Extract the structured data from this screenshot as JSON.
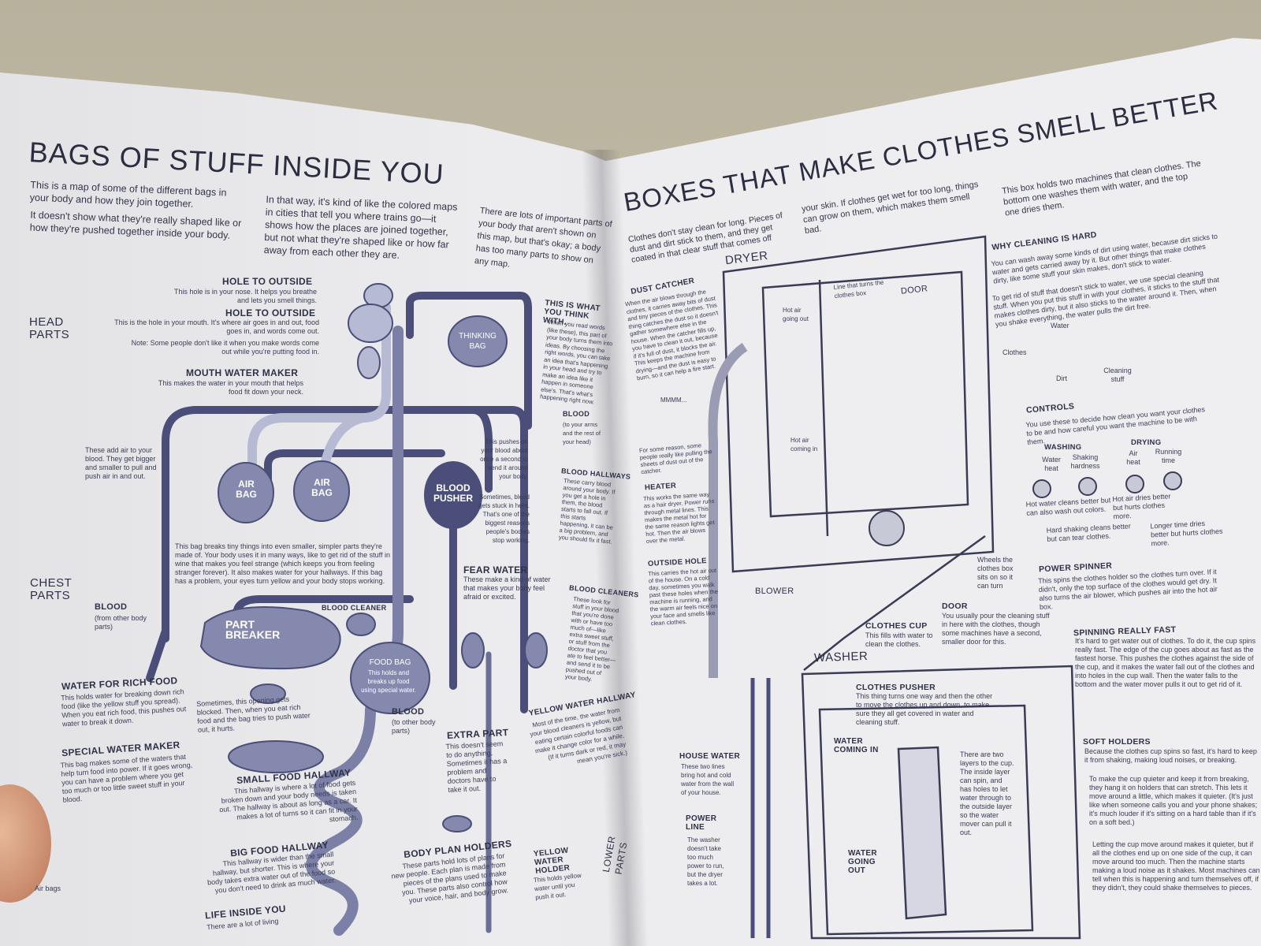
{
  "left": {
    "title": "BAGS OF STUFF INSIDE YOU",
    "intro": [
      "This is a map of some of the different bags in your body and how they join together.",
      "It doesn't show what they're really shaped like or how they're pushed together inside your body.",
      "In that way, it's kind of like the colored maps in cities that tell you where trains go—it shows how the places are joined together, but not what they're shaped like or how far away from each other they are.",
      "There are lots of important parts of your body that aren't shown on this map, but that's okay; a body has too many parts to show on any map."
    ],
    "sections": {
      "head": "HEAD PARTS",
      "chest": "CHEST PARTS",
      "lower": "LOWER PARTS",
      "air_bags": "Air bags"
    },
    "labels": {
      "nose_title": "HOLE TO OUTSIDE",
      "nose_text": "This hole is in your nose. It helps you breathe and lets you smell things.",
      "mouth_title": "HOLE TO OUTSIDE",
      "mouth_text": "This is the hole in your mouth. It's where air goes in and out, food goes in, and words come out.",
      "mouth_note": "Note: Some people don't like it when you make words come out while you're putting food in.",
      "mwm_title": "MOUTH WATER MAKER",
      "mwm_text": "This makes the water in your mouth that helps food fit down your neck.",
      "think_title": "THIS IS WHAT YOU THINK WITH.",
      "think_text": "When you read words (like these), this part of your body turns them into ideas. By choosing the right words, you can take an idea that's happening in your head and try to make an idea like it happen in someone else's. That's what's happening right now.",
      "thinking_bag": "THINKING BAG",
      "air_bag": "AIR BAG",
      "air_text": "These add air to your blood. They get bigger and smaller to pull and push air in and out.",
      "blood_pusher": "BLOOD PUSHER",
      "pusher_text": "This pushes on your blood about once a second to send it around your body.",
      "pusher_text2": "Sometimes, blood gets stuck in here. That's one of the biggest reasons people's bodies stop working.",
      "blood_arms_title": "BLOOD",
      "blood_arms_text": "(to your arms and the rest of your head)",
      "hallways_title": "BLOOD HALLWAYS",
      "hallways_text": "These carry blood around your body. If you get a hole in them, the blood starts to fall out. If this starts happening, it can be a big problem, and you should fix it fast.",
      "fear_title": "FEAR WATER",
      "fear_text": "These make a kind of water that makes your body feel afraid or excited.",
      "cleaners_title": "BLOOD CLEANERS",
      "cleaners_text": "These look for stuff in your blood that you're done with or have too much of—like extra sweet stuff, or stuff from the doctor that you ate to feel better—and send it to be pushed out of your body.",
      "breaker_text": "This bag breaks tiny things into even smaller, simpler parts they're made of. Your body uses it in many ways, like to get rid of the stuff in wine that makes you feel strange (which keeps you from feeling stranger forever). It also makes water for your hallways. If this bag has a problem, your eyes turn yellow and your body stops working.",
      "part_breaker": "PART BREAKER",
      "blood_from_title": "BLOOD",
      "blood_from_text": "(from other body parts)",
      "blood_cleaner": "BLOOD CLEANER",
      "food_bag": "FOOD BAG",
      "food_bag_text": "This holds and breaks up food using special water.",
      "rich_title": "WATER FOR RICH FOOD",
      "rich_text": "This holds water for breaking down rich food (like the yellow stuff you spread). When you eat rich food, this pushes out water to break it down.",
      "blocked_text": "Sometimes, this opening gets blocked. Then, when you eat rich food and the bag tries to push water out, it hurts.",
      "special_title": "SPECIAL WATER MAKER",
      "special_text": "This bag makes some of the waters that help turn food into power. If it goes wrong, you can have a problem where you get too much or too little sweet stuff in your blood.",
      "small_title": "SMALL FOOD HALLWAY",
      "small_text": "This hallway is where a lot of food gets broken down and your body needs is taken out. The hallway is about as long as a car. It makes a lot of turns so it can fit in your stomach.",
      "blood_other_title": "BLOOD",
      "blood_other_text": "(to other body parts)",
      "extra_title": "EXTRA PART",
      "extra_text": "This doesn't seem to do anything. Sometimes it has a problem and doctors have to take it out.",
      "yellow_title": "YELLOW WATER HALLWAY",
      "yellow_text": "Most of the time, the water from your blood cleaners is yellow, but eating certain colorful foods can make it change color for a while. (If it turns dark or red, it may mean you're sick.)",
      "big_title": "BIG FOOD HALLWAY",
      "big_text": "This hallway is wider than the small hallway, but shorter. This is where your body takes extra water out of the food so you don't need to drink as much water.",
      "plan_title": "BODY PLAN HOLDERS",
      "plan_text": "These parts hold lots of plans for new people. Each plan is made from pieces of the plans used to make you. These parts also control how your voice, hair, and body grow.",
      "holder_title": "YELLOW WATER HOLDER",
      "holder_text": "This holds yellow water until you push it out.",
      "life_title": "LIFE INSIDE YOU",
      "life_text": "There are a lot of living"
    }
  },
  "right": {
    "title": "BOXES THAT MAKE CLOTHES SMELL BETTER",
    "intro": [
      "Clothes don't stay clean for long. Pieces of dust and dirt stick to them, and they get coated in that clear stuff that comes off",
      "your skin. If clothes get wet for too long, things can grow on them, which makes them smell bad.",
      "This box holds two machines that clean clothes. The bottom one washes them with water, and the top one dries them."
    ],
    "dryer": "DRYER",
    "washer": "WASHER",
    "labels": {
      "dust_title": "DUST CATCHER",
      "dust_text": "When the air blows through the clothes, it carries away bits of dust and tiny pieces of the clothes. This thing catches the dust so it doesn't gather somewhere else in the house. When the catcher fills up, you have to clean it out, because if it's full of dust, it blocks the air. This keeps the machine from drying—and the dust is easy to burn, so it can help a fire start.",
      "mmm": "MMMM...",
      "catcher_note": "For some reason, some people really like pulling the sheets of dust out of the catcher.",
      "line": "Line that turns the clothes box",
      "door": "DOOR",
      "hot_out": "Hot air going out",
      "hot_in": "Hot air coming in",
      "heater_title": "HEATER",
      "heater_text": "This works the same way as a hair dryer. Power runs through metal lines. This makes the metal hot for the same reason lights get hot. Then the air blows over the metal.",
      "outside_title": "OUTSIDE HOLE",
      "outside_text": "This carries the hot air out of the house. On a cold day, sometimes you walk past these holes when the machine is running, and the warm air feels nice on your face and smells like clean clothes.",
      "blower": "BLOWER",
      "why_title": "WHY CLEANING IS HARD",
      "why_text": "You can wash away some kinds of dirt using water, because dirt sticks to water and gets carried away by it. But other things that make clothes dirty, like some stuff your skin makes, don't stick to water.",
      "why_text2": "To get rid of stuff that doesn't stick to water, we use special cleaning stuff. When you put this stuff in with your clothes, it sticks to the stuff that makes clothes dirty, but it also sticks to the water around it. Then, when you shake everything, the water pulls the dirt free.",
      "water": "Water",
      "clothes": "Clothes",
      "dirt": "Dirt",
      "cleaning": "Cleaning stuff",
      "controls_title": "CONTROLS",
      "controls_text": "You use these to decide how clean you want your clothes to be and how careful you want the machine to be with them.",
      "washing": "WASHING",
      "drying": "DRYING",
      "water_heat": "Water heat",
      "shaking": "Shaking hardness",
      "air_heat": "Air heat",
      "running": "Running time",
      "hot_water": "Hot water cleans better but can also wash out colors.",
      "hard_shaking": "Hard shaking cleans better but can tear clothes.",
      "hot_air": "Hot air dries better but hurts clothes more.",
      "longer": "Longer time dries better but hurts clothes more.",
      "wheels": "Wheels the clothes box sits on so it can turn",
      "spinner_title": "POWER SPINNER",
      "spinner_text": "This spins the clothes holder so the clothes turn over. If it didn't, only the top surface of the clothes would get dry. It also turns the air blower, which pushes air into the hot air box.",
      "door2_title": "DOOR",
      "door2_text": "You usually pour the cleaning stuff in here with the clothes, though some machines have a second, smaller door for this.",
      "cup_title": "CLOTHES CUP",
      "cup_text": "This fills with water to clean the clothes.",
      "fast_title": "SPINNING REALLY FAST",
      "fast_text": "It's hard to get water out of clothes. To do it, the cup spins really fast. The edge of the cup goes about as fast as the fastest horse. This pushes the clothes against the side of the cup, and it makes the water fall out of the clothes and into holes in the cup wall. Then the water falls to the bottom and the water mover pulls it out to get rid of it.",
      "pusher_title": "CLOTHES PUSHER",
      "pusher_text": "This thing turns one way and then the other to move the clothes up and down, to make sure they all get covered in water and cleaning stuff.",
      "water_in": "WATER COMING IN",
      "house_title": "HOUSE WATER",
      "house_text": "These two lines bring hot and cold water from the wall of your house.",
      "power_title": "POWER LINE",
      "power_text": "The washer doesn't take too much power to run, but the dryer takes a lot.",
      "layers_text": "There are two layers to the cup. The inside layer can spin, and has holes to let water through to the outside layer so the water mover can pull it out.",
      "water_out": "WATER GOING OUT",
      "soft_title": "SOFT HOLDERS",
      "soft_text": "Because the clothes cup spins so fast, it's hard to keep it from shaking, making loud noises, or breaking.",
      "soft_text2": "To make the cup quieter and keep it from breaking, they hang it on holders that can stretch. This lets it move around a little, which makes it quieter. (It's just like when someone calls you and your phone shakes; it's much louder if it's sitting on a hard table than if it's on a soft bed.)",
      "soft_text3": "Letting the cup move around makes it quieter, but if all the clothes end up on one side of the cup, it can move around too much. Then the machine starts making a loud noise as it shakes. Most machines can tell when this is happening and turn themselves off, if they didn't, they could shake themselves to pieces."
    }
  },
  "colors": {
    "ink": "#2f3148",
    "tube": "#4a4e78",
    "bag": "#8489ad",
    "light": "#b7bad3",
    "wall": "#b8b29d",
    "paper": "#ebebee"
  }
}
